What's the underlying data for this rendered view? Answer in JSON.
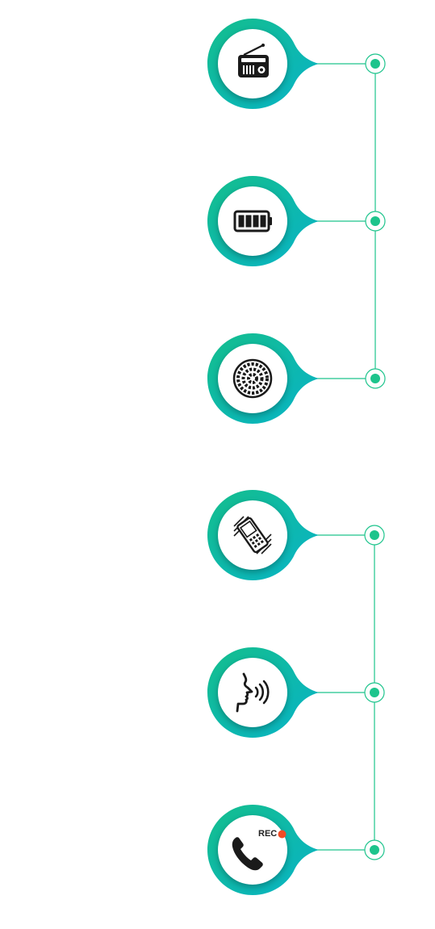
{
  "colors": {
    "pin_gradient_start": "#14be8c",
    "pin_gradient_end": "#08b3c8",
    "line": "#1dc48c",
    "node_fill": "#1dc48c",
    "icon": "#1a1a1a",
    "rec_dot": "#f04b24"
  },
  "items": [
    {
      "icon": "radio-icon"
    },
    {
      "icon": "battery-icon"
    },
    {
      "icon": "speaker-grille-icon"
    },
    {
      "icon": "phone-vibration-icon"
    },
    {
      "icon": "voice-command-icon"
    },
    {
      "icon": "call-recording-icon",
      "badge": "REC"
    }
  ],
  "groups": [
    {
      "items": [
        0,
        1,
        2
      ]
    },
    {
      "items": [
        3,
        4,
        5
      ]
    }
  ]
}
